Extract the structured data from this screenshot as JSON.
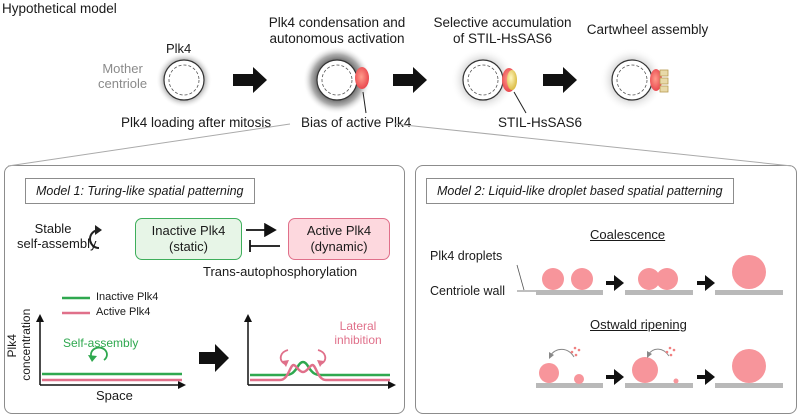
{
  "top": {
    "title": "Hypothetical model",
    "plk4_label": "Plk4",
    "mother_centriole": "Mother\ncentriole",
    "stage2_title": "Plk4 condensation and\nautonomous activation",
    "stage3_title": "Selective accumulation\nof STIL-HsSAS6",
    "stage4_title": "Cartwheel assembly",
    "loading_caption": "Plk4 loading after mitosis",
    "bias_caption": "Bias of active Plk4",
    "stil_label": "STIL-HsSAS6"
  },
  "model1": {
    "title": "Model 1: Turing-like spatial patterning",
    "stable_label": "Stable\nself-assembly",
    "inactive_box": "Inactive Plk4\n(static)",
    "active_box": "Active Plk4\n(dynamic)",
    "trans_label": "Trans-autophosphorylation",
    "legend_inactive": "Inactive Plk4",
    "legend_active": "Active Plk4",
    "ylabel": "Plk4\nconcentration",
    "xlabel": "Space",
    "self_assembly": "Self-assembly",
    "lateral_inhibition": "Lateral\ninhibition"
  },
  "model2": {
    "title": "Model 2: Liquid-like droplet based spatial patterning",
    "coalescence": "Coalescence",
    "droplets_label": "Plk4 droplets",
    "wall_label": "Centriole wall",
    "ostwald": "Ostwald ripening"
  },
  "colors": {
    "green": "#2fa84f",
    "pink": "#e0708a",
    "droplet": "#f7959b",
    "wall": "#b9b9b9",
    "panel_border": "#8c8c8c"
  }
}
